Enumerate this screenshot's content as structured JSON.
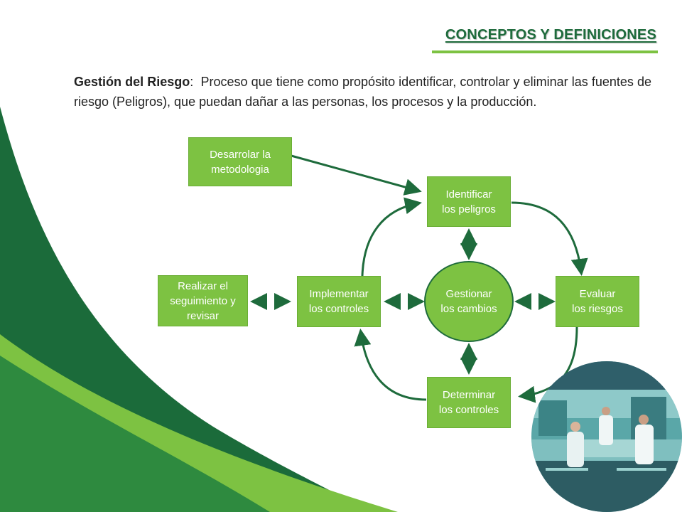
{
  "header": {
    "title": "CONCEPTOS Y DEFINICIONES"
  },
  "definition": {
    "term": "Gestión del Riesgo",
    "separator": ":",
    "text": "Proceso que tiene como propósito identificar, controlar y eliminar las fuentes de riesgo (Peligros), que puedan dañar a las personas, los procesos y  la producción."
  },
  "diagram": {
    "nodes": {
      "desarrollar": "Desarrolar la\nmetodologia",
      "identificar": "Identificar\nlos peligros",
      "evaluar": "Evaluar\nlos riesgos",
      "determinar": "Determinar\nlos controles",
      "implementar": "Implementar\nlos controles",
      "gestionar": "Gestionar\nlos cambios",
      "seguimiento": "Realizar el\nseguimiento y\nrevisar"
    }
  },
  "colors": {
    "dark_green": "#1e6b3c",
    "light_green": "#7dc242",
    "box_green": "#7dc242"
  },
  "photo": {
    "icon": "laboratory-workers-photo"
  }
}
